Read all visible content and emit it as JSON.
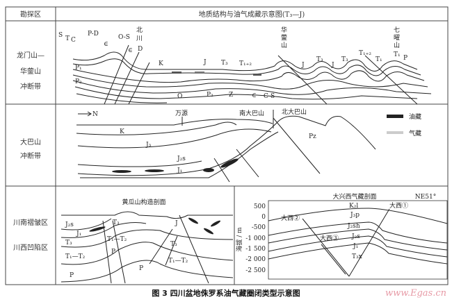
{
  "table": {
    "header_col1": "勘探区",
    "header_col2": "地质结构与油气成藏示意图(T₃—J)",
    "rows": [
      {
        "zone": [
          "龙门山—",
          "华蓥山",
          "冲断带"
        ]
      },
      {
        "zone": [
          "大巴山",
          "冲断带"
        ]
      },
      {
        "zone": [
          "川南褶皱区",
          "川西凹陷区"
        ]
      }
    ]
  },
  "section1": {
    "labels": [
      "S",
      "T",
      "C",
      "P-D",
      "∈",
      "O-S",
      "∈",
      "D",
      "P₁",
      "P₂",
      "K",
      "J",
      "T₃",
      "T₁₊₂",
      "O",
      "P₂",
      "Z",
      "∈",
      "C",
      "S",
      "J",
      "T₃",
      "J",
      "T₃",
      "T₁₊₂",
      "T₁",
      "T₁",
      "P"
    ],
    "places": {
      "beichuan": [
        "北",
        "川"
      ],
      "huayingshan": [
        "华",
        "蓥",
        "山"
      ],
      "qiyaoshan": [
        "七",
        "曜",
        "山"
      ]
    }
  },
  "section2": {
    "north_arrow": "N",
    "places": [
      "万源",
      "南大巴山",
      "北大巴山"
    ],
    "labels": [
      "K",
      "J₃",
      "J₂s",
      "J₁",
      "Pz"
    ],
    "legend": [
      {
        "label": "油藏",
        "color": "#222222"
      },
      {
        "label": "气藏",
        "color": "#bbbbbb"
      }
    ]
  },
  "section3a": {
    "title": "黄瓜山构造剖面",
    "labels": [
      "J₂s",
      "J₁",
      "T₃",
      "T₁—T₂",
      "P",
      "T₃",
      "T₁—T₂",
      "P",
      "P",
      "J",
      "T₃",
      "T₁—T₂"
    ]
  },
  "section3b": {
    "title": "大兴西气藏剖面",
    "orientation": "NE51°",
    "y_axis_label": "海拔 / m",
    "y_ticks": [
      "500",
      "0",
      "-500",
      "-1 000",
      "-1 500",
      "-2 000",
      "-2 500"
    ],
    "layers": [
      "K₂l",
      "J₃p",
      "J₂sh",
      "J₂s",
      "J₁",
      "T₃x"
    ],
    "wells": [
      "大西①",
      "大西②",
      "大西③"
    ]
  },
  "caption": "图 3   四川盆地侏罗系油气藏圈闭类型示意图",
  "watermark": "www.Egas.cn"
}
